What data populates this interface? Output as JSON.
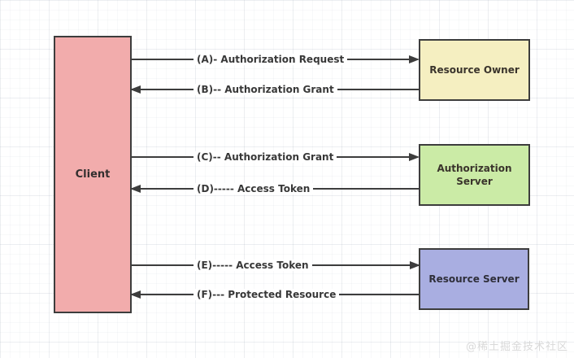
{
  "diagram_type": "oauth2-protocol-flow",
  "nodes": [
    {
      "id": "client",
      "label": "Client",
      "fill": "#f2acac"
    },
    {
      "id": "resource-owner",
      "label": "Resource Owner",
      "fill": "#f5efc1"
    },
    {
      "id": "auth-server",
      "label": "Authorization Server",
      "fill": "#cbeba6"
    },
    {
      "id": "resource-server",
      "label": "Resource Server",
      "fill": "#a9aee1"
    }
  ],
  "arrows": [
    {
      "id": "A",
      "label": "(A)- Authorization Request",
      "from": "client",
      "to": "resource-owner",
      "direction": "right"
    },
    {
      "id": "B",
      "label": "(B)-- Authorization Grant",
      "from": "resource-owner",
      "to": "client",
      "direction": "left"
    },
    {
      "id": "C",
      "label": "(C)-- Authorization Grant",
      "from": "client",
      "to": "auth-server",
      "direction": "right"
    },
    {
      "id": "D",
      "label": "(D)----- Access Token",
      "from": "auth-server",
      "to": "client",
      "direction": "left"
    },
    {
      "id": "E",
      "label": "(E)----- Access Token",
      "from": "client",
      "to": "resource-server",
      "direction": "right"
    },
    {
      "id": "F",
      "label": "(F)--- Protected Resource",
      "from": "resource-server",
      "to": "client",
      "direction": "left"
    }
  ],
  "watermark": "@稀土掘金技术社区",
  "colors": {
    "border": "#3d3d3d",
    "line": "#3d3d3d",
    "text": "#383838",
    "watermark": "#d9d9d9",
    "background": "#ffffff"
  }
}
